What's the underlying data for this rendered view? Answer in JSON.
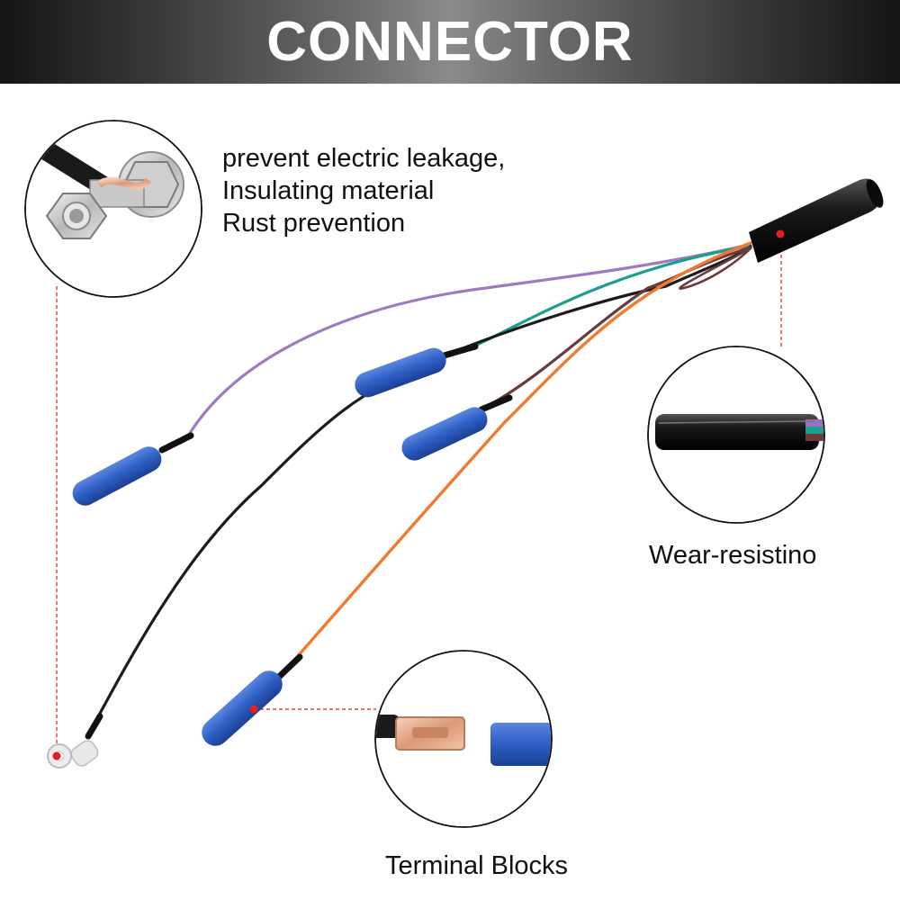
{
  "banner": {
    "title": "CONNECTOR"
  },
  "features": {
    "line1": "prevent electric leakage,",
    "line2": "Insulating material",
    "line3": "Rust prevention"
  },
  "callouts": {
    "wear": "Wear-resistino",
    "terminal": "Terminal Blocks"
  },
  "colors": {
    "background": "#ffffff",
    "title_text": "#ffffff",
    "terminal_sleeve_blue": "#2f5fc4",
    "wire_purple": "#a07ac0",
    "wire_teal": "#1a9e8f",
    "wire_black": "#1c1c1c",
    "wire_brown": "#6b3a3a",
    "wire_orange": "#f07a30",
    "leader_red": "#d42020"
  }
}
